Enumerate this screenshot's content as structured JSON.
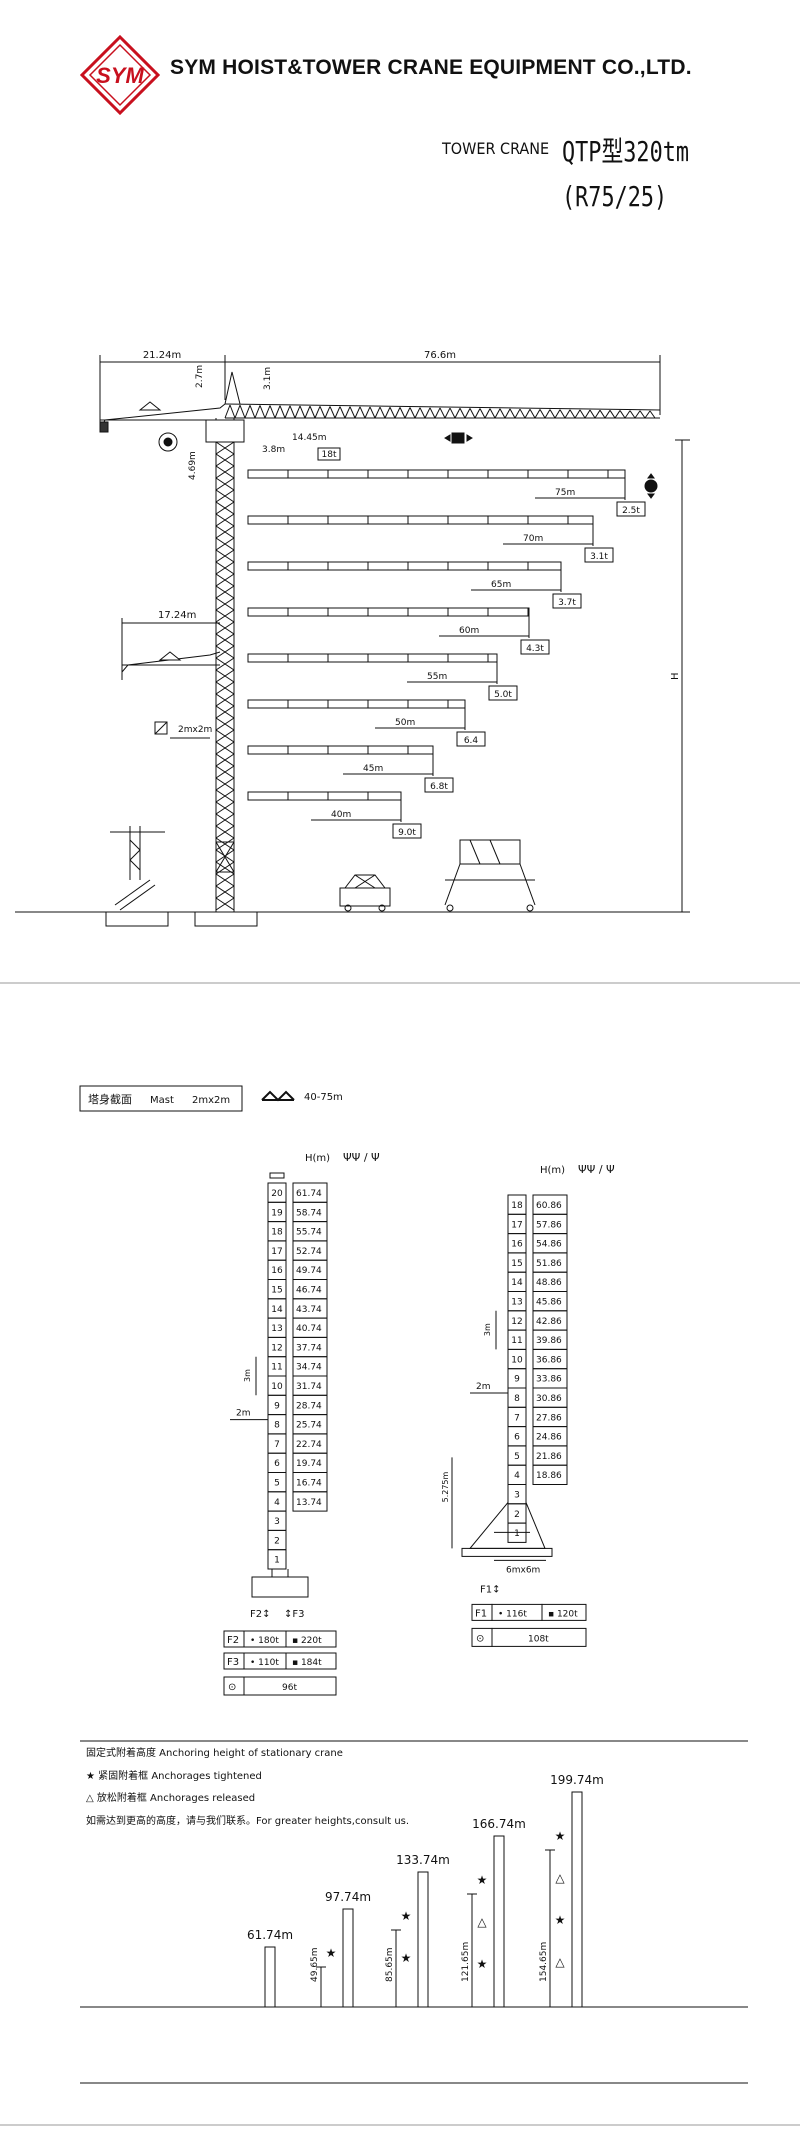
{
  "header": {
    "logo_text": "SYM",
    "company": "SYM HOIST&TOWER CRANE EQUIPMENT CO.,LTD.",
    "product_label": "TOWER CRANE",
    "model": "QTP型320tm",
    "model_sub": "(R75/25)"
  },
  "elevation": {
    "counter_jib": "21.24m",
    "jib_length": "76.6m",
    "top_h1": "2.7m",
    "top_h2": "3.1m",
    "hook_offset": "14.45m",
    "cab_offset": "3.8m",
    "cab_height": "4.69m",
    "cab_load": "18t",
    "tip_height_label": "H",
    "mast_section": "2mx2m",
    "climbing_counter_jib": "17.24m",
    "load_table": [
      {
        "radius": "75m",
        "load": "2.5t"
      },
      {
        "radius": "70m",
        "load": "3.1t"
      },
      {
        "radius": "65m",
        "load": "3.7t"
      },
      {
        "radius": "60m",
        "load": "4.3t"
      },
      {
        "radius": "55m",
        "load": "5.0t"
      },
      {
        "radius": "50m",
        "load": "6.4"
      },
      {
        "radius": "45m",
        "load": "6.8t"
      },
      {
        "radius": "40m",
        "load": "9.0t"
      }
    ]
  },
  "mast_info": {
    "cn_label": "塔身截面",
    "mast_label": "Mast",
    "mast_value": "2mx2m",
    "jib_range": "40-75m"
  },
  "left_mast": {
    "h_label": "H(m)",
    "sections": [
      "20",
      "19",
      "18",
      "17",
      "16",
      "15",
      "14",
      "13",
      "12",
      "11",
      "10",
      "9",
      "8",
      "7",
      "6",
      "5",
      "4",
      "3",
      "2",
      "1"
    ],
    "heights": [
      "61.74",
      "58.74",
      "55.74",
      "52.74",
      "49.74",
      "46.74",
      "43.74",
      "40.74",
      "37.74",
      "34.74",
      "31.74",
      "28.74",
      "25.74",
      "22.74",
      "19.74",
      "16.74",
      "13.74"
    ],
    "dim_3m": "3m",
    "dim_2m": "2m",
    "base_label_f2": "F2",
    "base_label_f3": "F3",
    "forces": [
      {
        "label": "F2",
        "v1": "180t",
        "v2": "220t"
      },
      {
        "label": "F3",
        "v1": "110t",
        "v2": "184t"
      }
    ],
    "ballast": "96t"
  },
  "right_mast": {
    "h_label": "H(m)",
    "sections": [
      "18",
      "17",
      "16",
      "15",
      "14",
      "13",
      "12",
      "11",
      "10",
      "9",
      "8",
      "7",
      "6",
      "5",
      "4",
      "3",
      "2",
      "1"
    ],
    "heights": [
      "60.86",
      "57.86",
      "54.86",
      "51.86",
      "48.86",
      "45.86",
      "42.86",
      "39.86",
      "36.86",
      "33.86",
      "30.86",
      "27.86",
      "24.86",
      "21.86",
      "18.86"
    ],
    "dim_3m": "3m",
    "dim_2m": "2m",
    "dim_base": "5.275m",
    "base_width": "6mx6m",
    "base_label_f1": "F1",
    "forces": [
      {
        "label": "F1",
        "v1": "116t",
        "v2": "120t"
      }
    ],
    "ballast": "108t"
  },
  "anchoring": {
    "title": "固定式附着高度 Anchoring height of stationary crane",
    "legend_tightened": "★ 紧固附着框   Anchorages tightened",
    "legend_released": "△ 放松附着框   Anchorages released",
    "note": "如需达到更高的高度，请与我们联系。For greater heights,consult us.",
    "towers": [
      {
        "height": "61.74m",
        "anchor": ""
      },
      {
        "height": "97.74m",
        "anchor": "49.65m"
      },
      {
        "height": "133.74m",
        "anchor": "85.65m"
      },
      {
        "height": "166.74m",
        "anchor": "121.65m"
      },
      {
        "height": "199.74m",
        "anchor": "154.65m"
      }
    ]
  }
}
